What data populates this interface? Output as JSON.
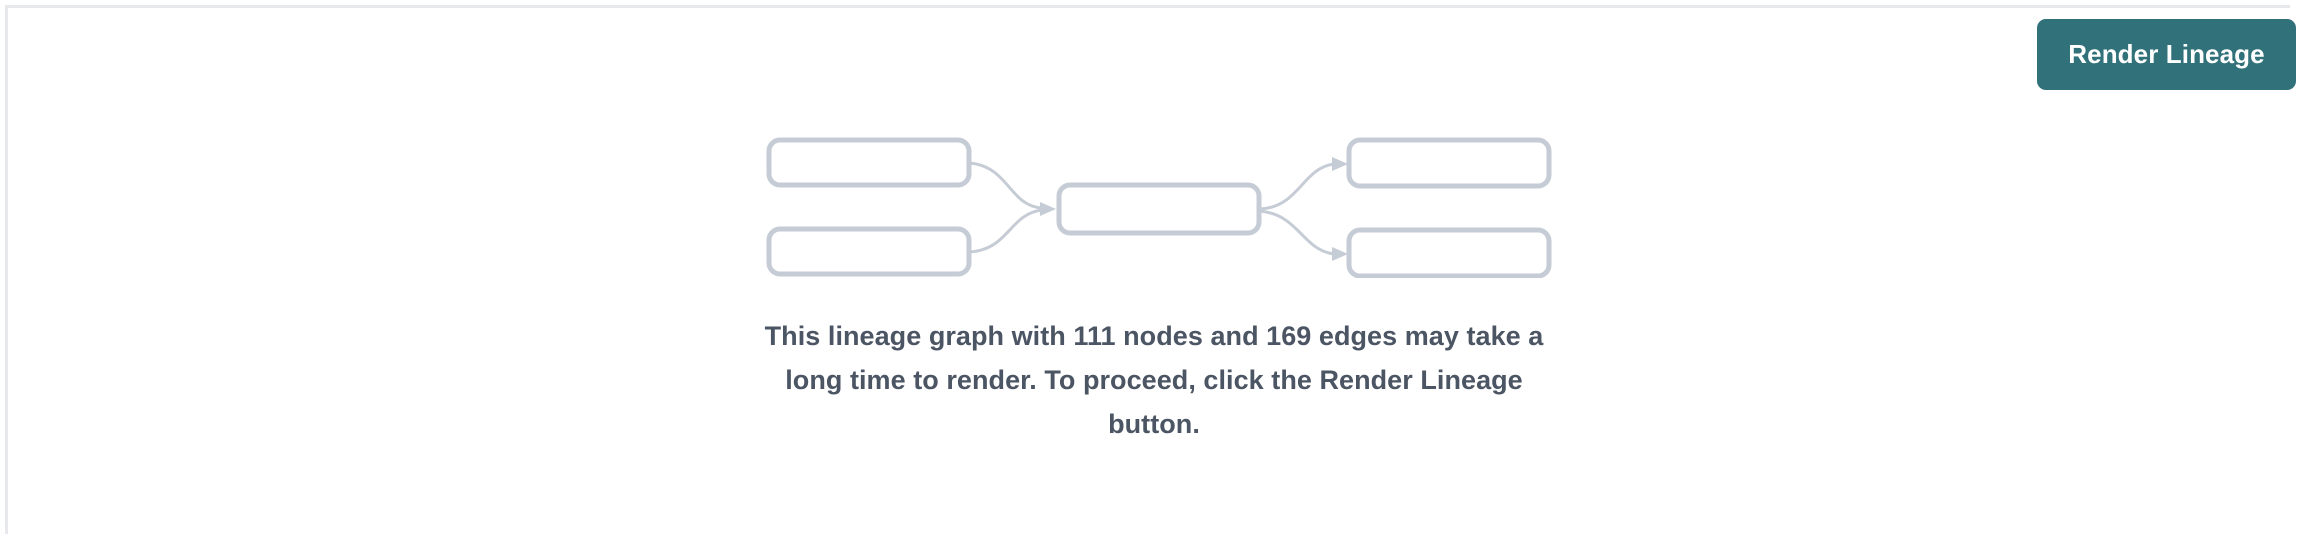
{
  "panel": {
    "background_color": "#ffffff",
    "rule_color": "#e6e8eb"
  },
  "toolbar": {
    "render_button_label": "Render Lineage",
    "render_button_color": "#31717a",
    "render_button_text_color": "#ffffff"
  },
  "empty_state": {
    "message": "This lineage graph with 111 nodes and 169 edges may take a long time to render. To proceed, click the Render Lineage button.",
    "message_color": "#4b5563",
    "node_count": 111,
    "edge_count": 169,
    "illustration": {
      "icon_name": "lineage-graph-placeholder-icon",
      "node_stroke_color": "#c6ccd5",
      "node_fill_color": "#ffffff",
      "edge_color": "#c6ccd5",
      "upstream_node_count": 2,
      "center_node_count": 1,
      "downstream_node_count": 2
    }
  }
}
